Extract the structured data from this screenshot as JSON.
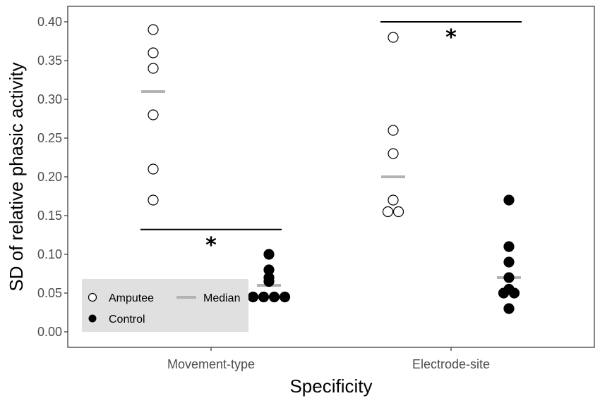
{
  "chart_data": {
    "type": "scatter",
    "xlabel": "Specificity",
    "ylabel": "SD of relative phasic activity",
    "categories": [
      "Movement-type",
      "Electrode-site"
    ],
    "ylim": [
      -0.02,
      0.42
    ],
    "yticks": [
      "0.00",
      "0.05",
      "0.10",
      "0.15",
      "0.20",
      "0.25",
      "0.30",
      "0.35",
      "0.40"
    ],
    "grid": false,
    "legend": {
      "placement": "bottom-left",
      "items": [
        {
          "label": "Amputee",
          "marker": "open-circle"
        },
        {
          "label": "Control",
          "marker": "filled-circle"
        },
        {
          "label": "Median",
          "marker": "grey-line"
        }
      ]
    },
    "series": [
      {
        "name": "Amputee",
        "points": [
          {
            "category": "Movement-type",
            "values": [
              0.39,
              0.36,
              0.34,
              0.28,
              0.21,
              0.17
            ]
          },
          {
            "category": "Electrode-site",
            "values": [
              0.38,
              0.26,
              0.23,
              0.17,
              0.155,
              0.155
            ]
          }
        ]
      },
      {
        "name": "Control",
        "points": [
          {
            "category": "Movement-type",
            "values": [
              0.1,
              0.08,
              0.07,
              0.065,
              0.045,
              0.045,
              0.045,
              0.045
            ]
          },
          {
            "category": "Electrode-site",
            "values": [
              0.17,
              0.11,
              0.09,
              0.07,
              0.055,
              0.05,
              0.05,
              0.03
            ]
          }
        ]
      }
    ],
    "medians": [
      {
        "category": "Movement-type",
        "group": "Amputee",
        "value": 0.31
      },
      {
        "category": "Movement-type",
        "group": "Control",
        "value": 0.06
      },
      {
        "category": "Electrode-site",
        "group": "Amputee",
        "value": 0.2
      },
      {
        "category": "Electrode-site",
        "group": "Control",
        "value": 0.07
      }
    ],
    "significance": [
      {
        "category": "Movement-type",
        "bar_y": 0.132,
        "label": "*"
      },
      {
        "category": "Electrode-site",
        "bar_y": 0.4,
        "label": "*"
      }
    ],
    "colors": {
      "median": "#b3b3b3",
      "legend_background": "#e0e0e0",
      "tick_text": "#4d4d4d",
      "panel_border": "#333333"
    }
  }
}
